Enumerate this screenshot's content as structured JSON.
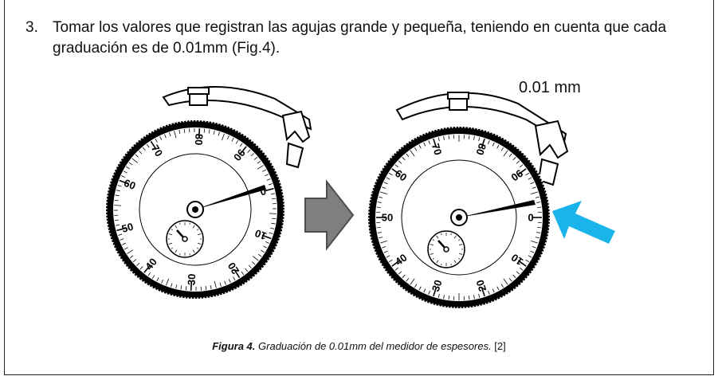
{
  "step": {
    "number": "3.",
    "text": "Tomar los valores que registran las agujas grande y pequeña, teniendo en cuenta que cada graduación es de 0.01mm (Fig.4)."
  },
  "figure": {
    "annotation": "0.01 mm",
    "dial_left": {
      "labels": [
        "0",
        "10",
        "20",
        "30",
        "40",
        "50",
        "60",
        "70",
        "80",
        "90"
      ]
    },
    "dial_right": {
      "labels": [
        "0",
        "10",
        "20",
        "30",
        "40",
        "50",
        "60",
        "70",
        "80",
        "90"
      ]
    },
    "transition_arrow": "arrow-right-icon",
    "pointer_arrow": "arrow-pointer-icon",
    "colors": {
      "pointer_arrow": "#1ab3ea",
      "transition_arrow": "#7f7f7f",
      "ink": "#000000"
    }
  },
  "caption": {
    "label": "Figura 4.",
    "text": " Graduación de 0.01mm del medidor de espesores.",
    "ref": " [2]"
  }
}
